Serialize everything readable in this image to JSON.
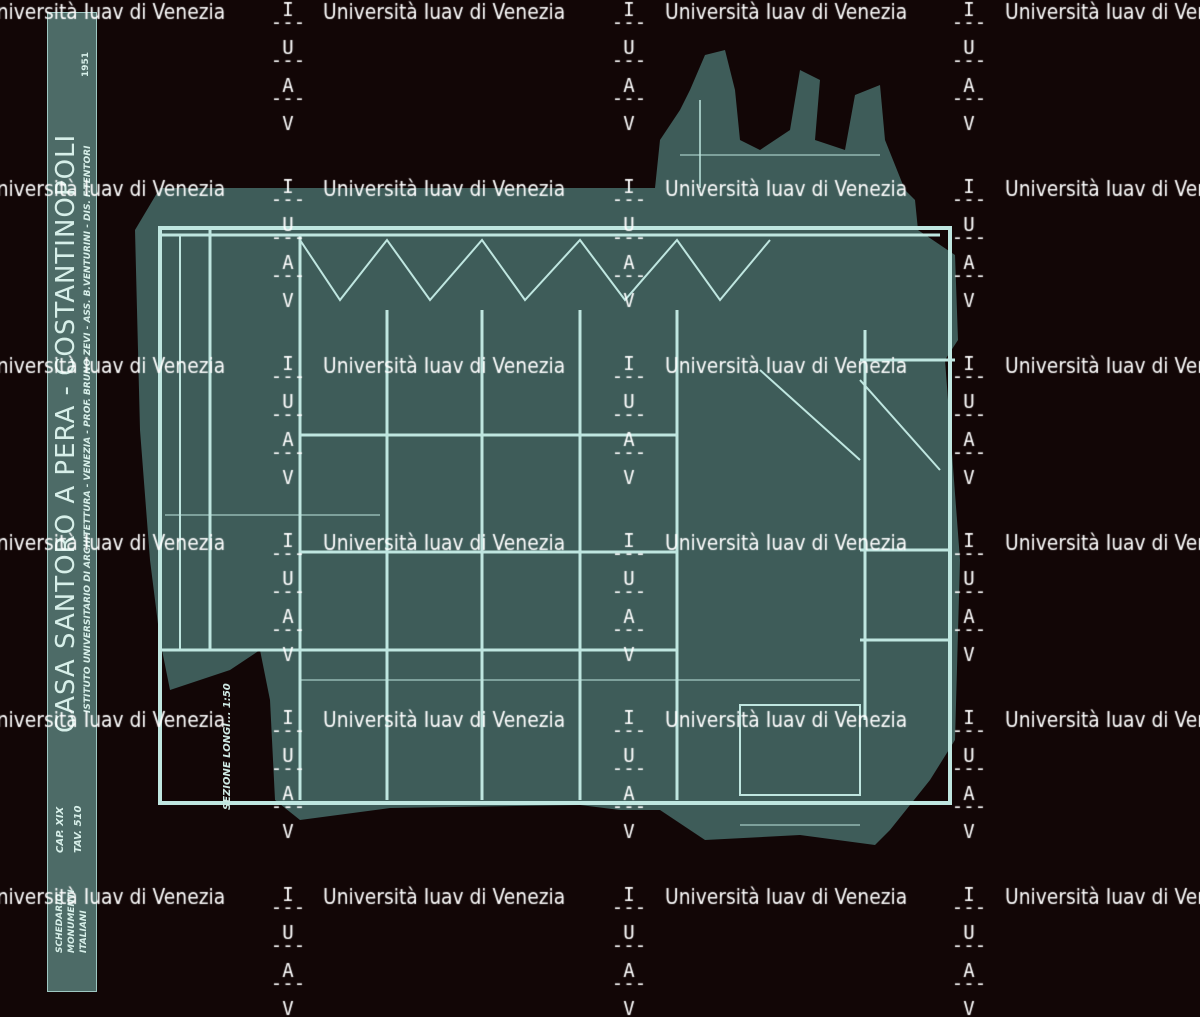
{
  "strip": {
    "title": "CASA SANTORO A PERA - COSTANTINOPOLI",
    "institute": "ISTITUTO UNIVERSITARIO DI ARCHITETTURA - VENEZIA - PROF. BRUNO ZEVI - ASS. B.VENTURINI - DIS. F.TENTORI",
    "year": "1951",
    "cap": "CAP. XIX",
    "tav": "TAV. 510",
    "schedario": "SCHEDARIO MONUMENTI ITALIANI"
  },
  "drawing": {
    "section_label": "SEZIONE LONGI... 1:50"
  },
  "watermark": {
    "text": "Università Iuav di Venezia",
    "letters": [
      "I",
      "U",
      "A",
      "V"
    ]
  },
  "colors": {
    "paper": "#3e5c59",
    "line": "#bfe6e0",
    "background": "#120606"
  }
}
